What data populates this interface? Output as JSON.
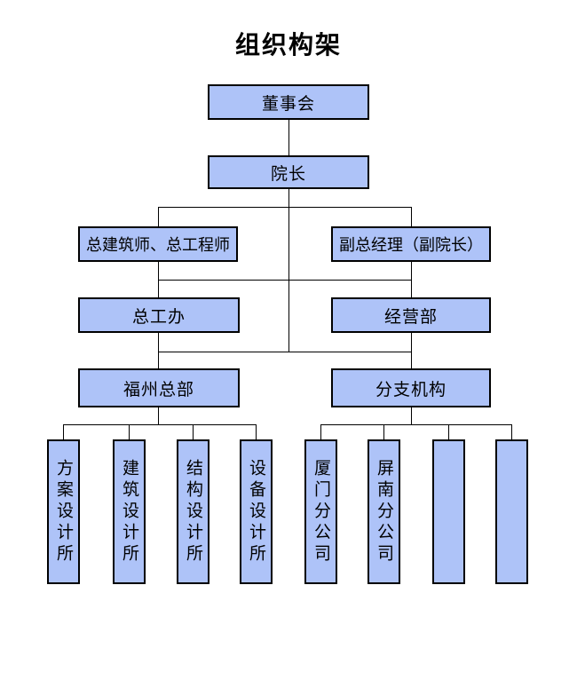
{
  "title": "组织构架",
  "colors": {
    "box_fill": "#aec3f8",
    "box_border": "#000000",
    "connector": "#000000",
    "text": "#000000",
    "background": "#ffffff"
  },
  "org": {
    "board": "董事会",
    "president": "院长",
    "row3": {
      "left": "总建筑师、总工程师",
      "right": "副总经理（副院长）"
    },
    "row4": {
      "left": "总工办",
      "right": "经营部"
    },
    "row5": {
      "left": "福州总部",
      "right": "分支机构"
    },
    "bottom_left": [
      "方案设计所",
      "建筑设计所",
      "结构设计所",
      "设备设计所"
    ],
    "bottom_right": [
      "厦门分公司",
      "屏南分公司",
      "",
      ""
    ]
  }
}
